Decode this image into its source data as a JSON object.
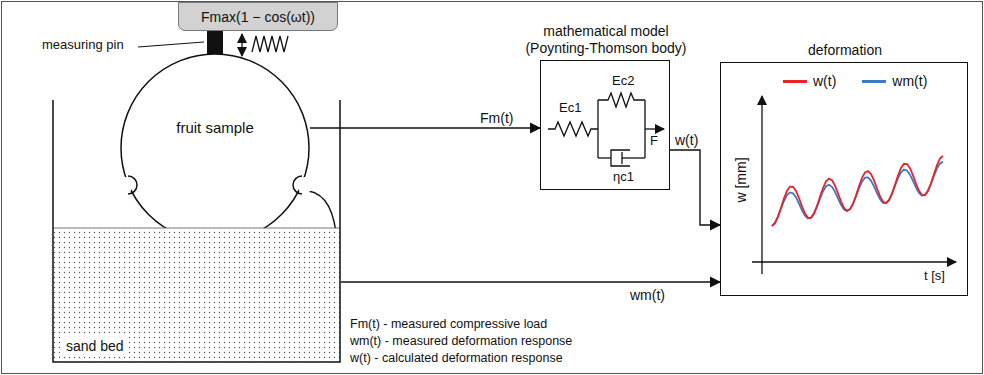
{
  "diagram": {
    "nodes": [
      {
        "text": [
          "Fmax(1 − cos(ωt))"
        ]
      },
      {
        "text": [
          "fruit sample"
        ]
      },
      {
        "text": [
          "sand bed"
        ]
      },
      {
        "text": [
          "mathematical model (Poynting-Thomson body)"
        ]
      },
      {
        "text": [
          "deformation"
        ]
      }
    ],
    "edges": [
      {
        "from": 1,
        "to": 3,
        "label": "Fm(t)",
        "arrow": "to"
      },
      {
        "from": 3,
        "to": 4,
        "label": "w(t)",
        "arrow": "to"
      },
      {
        "from": 2,
        "to": 4,
        "label": "wm(t)",
        "arrow": "to"
      }
    ],
    "labels": [
      "measuring pin",
      "Ec1",
      "Ec2",
      "ηc1",
      "F",
      "w [mm]",
      "t [s]",
      "Fm(t) - measured compressive load",
      "wm(t) - measured deformation response",
      "w(t) - calculated deformation response"
    ],
    "legend": [
      {
        "text": "w(t)",
        "color": "#e8242b"
      },
      {
        "text": "wm(t)",
        "color": "#3f78c4"
      }
    ]
  }
}
